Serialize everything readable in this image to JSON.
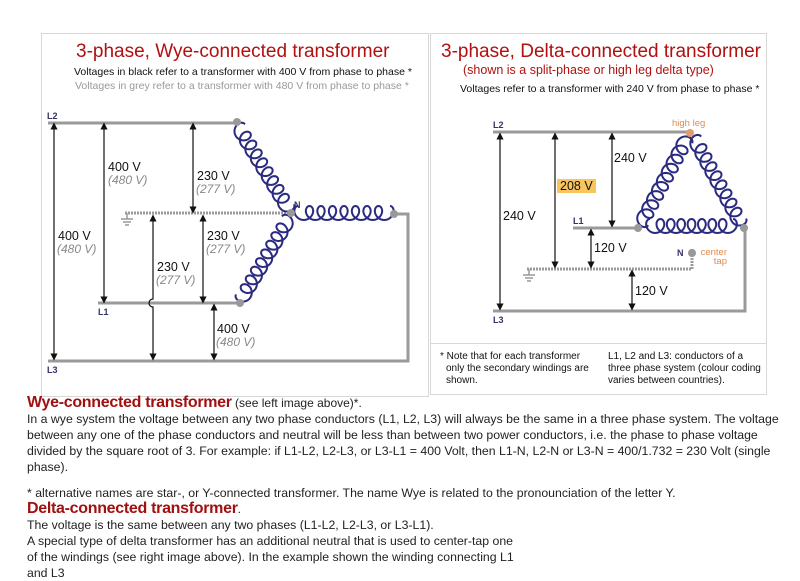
{
  "wye": {
    "title": "3-phase, Wye-connected transformer",
    "sub_black": "Voltages in black refer to a transformer with 400 V from phase to phase *",
    "sub_grey": "Voltages in grey refer to a transformer with 480 V from phase to phase *",
    "labels": {
      "l1": "L1",
      "l2": "L2",
      "l3": "L3",
      "n": "N"
    },
    "v_l2_l3": {
      "v": "400 V",
      "g": "(480 V)"
    },
    "v_l2_l1": {
      "v": "400 V",
      "g": "(480 V)"
    },
    "v_l2_n": {
      "v": "230 V",
      "g": "(277 V)"
    },
    "v_n_l1": {
      "v": "230 V",
      "g": "(277 V)"
    },
    "v_n_l3": {
      "v": "230 V",
      "g": "(277 V)"
    },
    "v_l1_l3": {
      "v": "400 V",
      "g": "(480 V)"
    }
  },
  "delta": {
    "title": "3-phase, Delta-connected transformer",
    "subtitle": "(shown is a split-phase or high leg delta type)",
    "sub": "Voltages refer to a transformer with 240 V from phase to phase *",
    "labels": {
      "l1": "L1",
      "l2": "L2",
      "l3": "L3",
      "n": "N",
      "high_leg": "high leg",
      "center_tap": "center tap"
    },
    "v_l2_l3": "240 V",
    "v_l2_n": "208 V",
    "v_l2_l1": "240 V",
    "v_l1_n": "120 V",
    "v_n_l3": "120 V"
  },
  "notes": {
    "left": "* Note that for each transformer only the secondary windings are shown.",
    "right": "L1, L2 and L3: conductors of a three phase system (colour coding varies between countries)."
  },
  "article": {
    "wye_heading": "Wye-connected transformer",
    "wye_heading_suffix": " (see left image above)*.",
    "wye_p1": "In a wye system the voltage between any two phase conductors (L1, L2, L3) will always be the same in a three phase system. The voltage between any one of the phase conductors and neutral will be less than between two power conductors, i.e. the phase to phase voltage divided by the square root of 3. For example: if L1-L2, L2-L3, or L3-L1 = 400 Volt, then L1-N, L2-N or L3-N = 400/1.732 = 230 Volt (single phase).",
    "wye_p2": "* alternative names are star-, or Y-connected transformer. The name Wye is related to the pronounciation of the letter Y.",
    "delta_heading": "Delta-connected transformer",
    "delta_heading_suffix": ".",
    "delta_p1": "The voltage is the same between any two phases (L1-L2, L2-L3, or L3-L1).",
    "delta_p2": "A special type of delta transformer has an additional neutral that is used to center-tap one of the windings (see right image above). In the example shown the winding connecting L1 and L3"
  },
  "colors": {
    "title": "#b01010",
    "coil": "#2a2a80",
    "wire": "#999999",
    "highlight": "#f7c45e",
    "accent": "#e08a50"
  }
}
